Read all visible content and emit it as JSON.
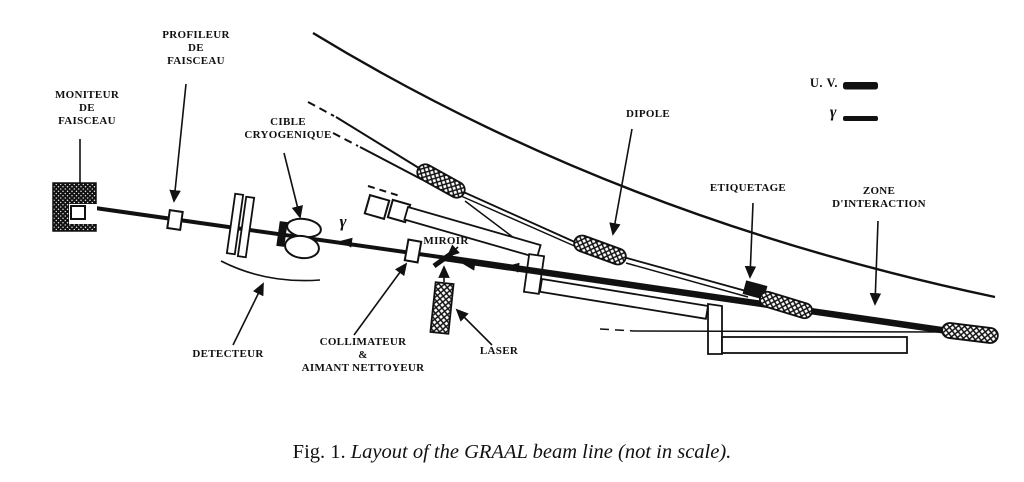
{
  "figure": {
    "caption_prefix": "Fig. 1.",
    "caption_text": "Layout of the GRAAL beam line (not in scale)."
  },
  "legend": {
    "uv": "U. V.",
    "gamma": "γ"
  },
  "labels": {
    "moniteur_1": "MONITEUR",
    "moniteur_2": "DE",
    "moniteur_3": "FAISCEAU",
    "profileur_1": "PROFILEUR",
    "profileur_2": "DE",
    "profileur_3": "FAISCEAU",
    "cible_1": "CIBLE",
    "cible_2": "CRYOGENIQUE",
    "dipole": "DIPOLE",
    "etiquetage": "ETIQUETAGE",
    "zone_1": "ZONE",
    "zone_2": "D'INTERACTION",
    "detecteur": "DETECTEUR",
    "collimateur_1": "COLLIMATEUR",
    "collimateur_2": "&",
    "collimateur_3": "AIMANT NETTOYEUR",
    "miroir": "MIROIR",
    "laser": "LASER",
    "gamma_symbol": "γ"
  },
  "colors": {
    "ink": "#111111",
    "background": "#ffffff"
  }
}
